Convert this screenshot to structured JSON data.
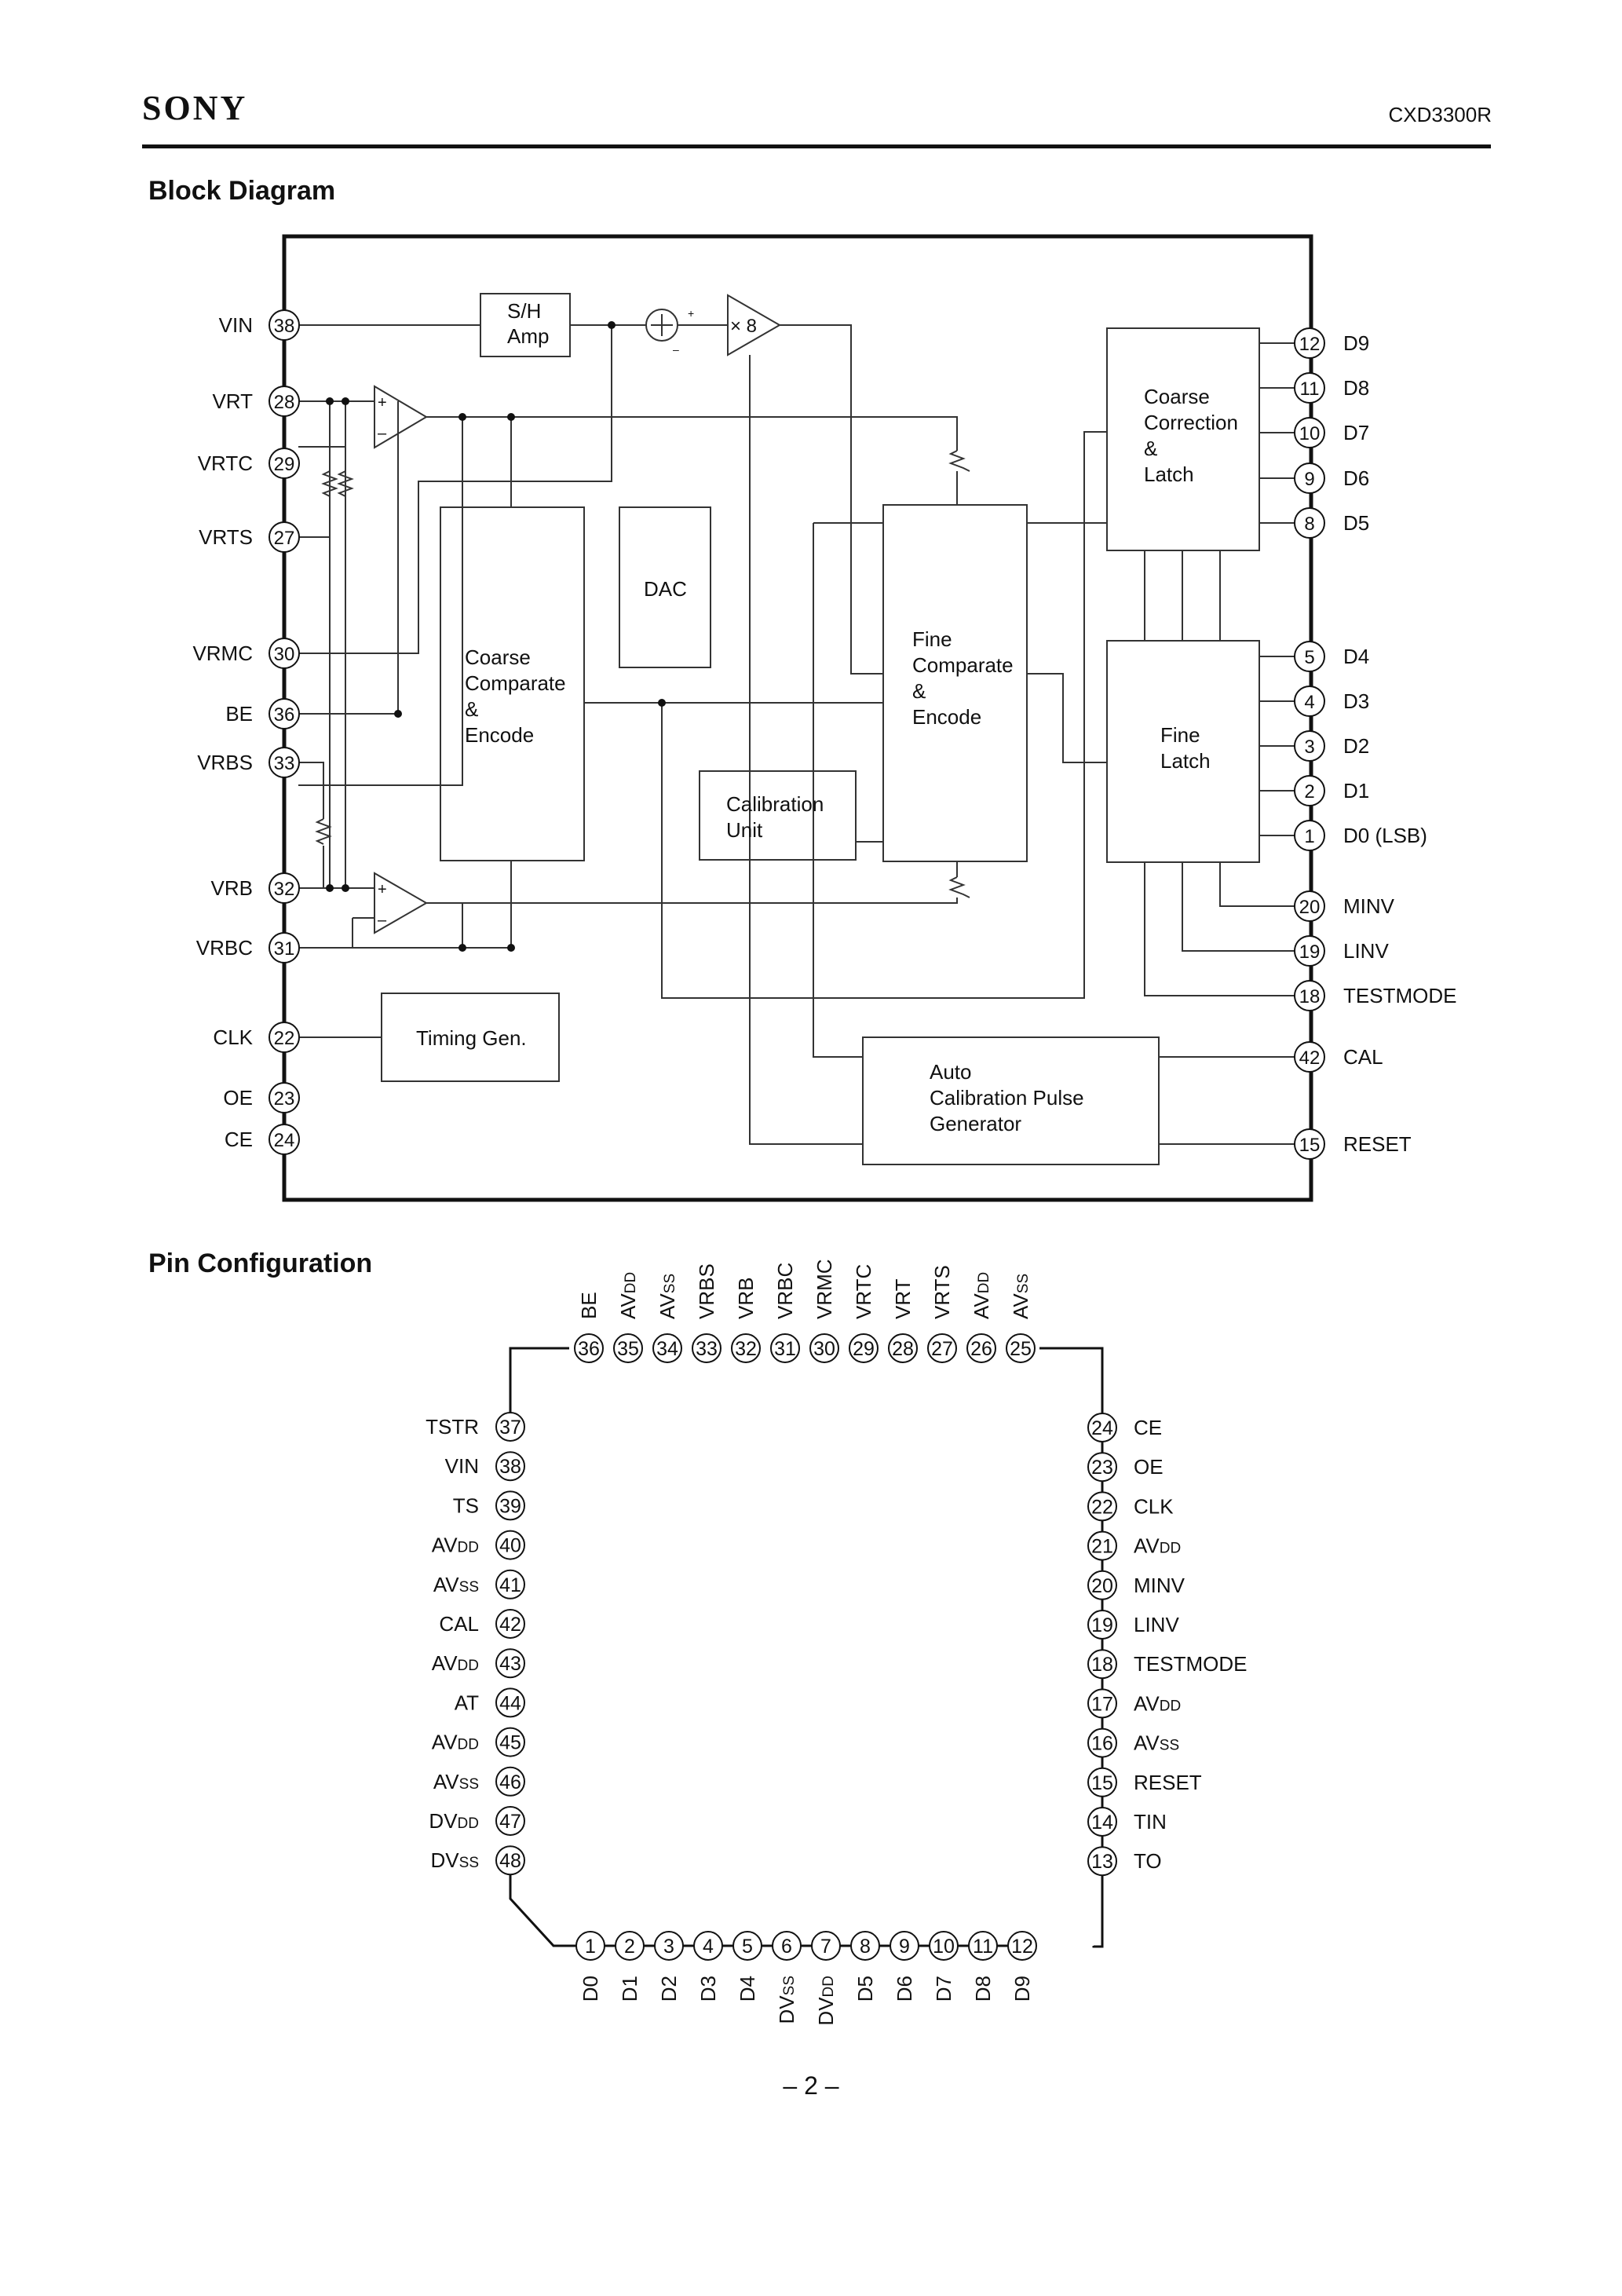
{
  "header": {
    "brand": "SONY",
    "part_number": "CXD3300R"
  },
  "block_diagram": {
    "title": "Block Diagram",
    "blocks": {
      "sh_amp": [
        "S/H",
        "Amp"
      ],
      "gain": "× 8",
      "plus": "+",
      "minus": "–",
      "dac": "DAC",
      "coarse_comparate": [
        "Coarse",
        "Comparate",
        "&",
        "Encode"
      ],
      "fine_comparate": [
        "Fine",
        "Comparate",
        "&",
        "Encode"
      ],
      "coarse_correction": [
        "Coarse",
        "Correction",
        "&",
        "Latch"
      ],
      "fine_latch": [
        "Fine",
        "Latch"
      ],
      "calibration": [
        "Calibration",
        "Unit"
      ],
      "timing": "Timing Gen.",
      "auto_cal": [
        "Auto",
        "Calibration Pulse",
        "Generator"
      ]
    },
    "left_pins": [
      {
        "name": "VIN",
        "num": "38"
      },
      {
        "name": "VRT",
        "num": "28"
      },
      {
        "name": "VRTC",
        "num": "29"
      },
      {
        "name": "VRTS",
        "num": "27"
      },
      {
        "name": "VRMC",
        "num": "30"
      },
      {
        "name": "BE",
        "num": "36"
      },
      {
        "name": "VRBS",
        "num": "33"
      },
      {
        "name": "VRB",
        "num": "32"
      },
      {
        "name": "VRBC",
        "num": "31"
      },
      {
        "name": "CLK",
        "num": "22"
      },
      {
        "name": "OE",
        "num": "23"
      },
      {
        "name": "CE",
        "num": "24"
      }
    ],
    "right_pins": [
      {
        "name": "D9",
        "num": "12"
      },
      {
        "name": "D8",
        "num": "11"
      },
      {
        "name": "D7",
        "num": "10"
      },
      {
        "name": "D6",
        "num": "9"
      },
      {
        "name": "D5",
        "num": "8"
      },
      {
        "name": "D4",
        "num": "5"
      },
      {
        "name": "D3",
        "num": "4"
      },
      {
        "name": "D2",
        "num": "3"
      },
      {
        "name": "D1",
        "num": "2"
      },
      {
        "name": "D0 (LSB)",
        "num": "1"
      },
      {
        "name": "MINV",
        "num": "20"
      },
      {
        "name": "LINV",
        "num": "19"
      },
      {
        "name": "TESTMODE",
        "num": "18"
      },
      {
        "name": "CAL",
        "num": "42"
      },
      {
        "name": "RESET",
        "num": "15"
      }
    ]
  },
  "pin_configuration": {
    "title": "Pin Configuration",
    "top": [
      {
        "num": "36",
        "name": "BE"
      },
      {
        "num": "35",
        "name": "AVDD"
      },
      {
        "num": "34",
        "name": "AVSS"
      },
      {
        "num": "33",
        "name": "VRBS"
      },
      {
        "num": "32",
        "name": "VRB"
      },
      {
        "num": "31",
        "name": "VRBC"
      },
      {
        "num": "30",
        "name": "VRMC"
      },
      {
        "num": "29",
        "name": "VRTC"
      },
      {
        "num": "28",
        "name": "VRT"
      },
      {
        "num": "27",
        "name": "VRTS"
      },
      {
        "num": "26",
        "name": "AVDD"
      },
      {
        "num": "25",
        "name": "AVSS"
      }
    ],
    "left": [
      {
        "num": "37",
        "name": "TSTR"
      },
      {
        "num": "38",
        "name": "VIN"
      },
      {
        "num": "39",
        "name": "TS"
      },
      {
        "num": "40",
        "name": "AVDD"
      },
      {
        "num": "41",
        "name": "AVSS"
      },
      {
        "num": "42",
        "name": "CAL"
      },
      {
        "num": "43",
        "name": "AVDD"
      },
      {
        "num": "44",
        "name": "AT"
      },
      {
        "num": "45",
        "name": "AVDD"
      },
      {
        "num": "46",
        "name": "AVSS"
      },
      {
        "num": "47",
        "name": "DVDD"
      },
      {
        "num": "48",
        "name": "DVSS"
      }
    ],
    "right": [
      {
        "num": "24",
        "name": "CE"
      },
      {
        "num": "23",
        "name": "OE"
      },
      {
        "num": "22",
        "name": "CLK"
      },
      {
        "num": "21",
        "name": "AVDD"
      },
      {
        "num": "20",
        "name": "MINV"
      },
      {
        "num": "19",
        "name": "LINV"
      },
      {
        "num": "18",
        "name": "TESTMODE"
      },
      {
        "num": "17",
        "name": "AVDD"
      },
      {
        "num": "16",
        "name": "AVSS"
      },
      {
        "num": "15",
        "name": "RESET"
      },
      {
        "num": "14",
        "name": "TIN"
      },
      {
        "num": "13",
        "name": "TO"
      }
    ],
    "bottom": [
      {
        "num": "1",
        "name": "D0"
      },
      {
        "num": "2",
        "name": "D1"
      },
      {
        "num": "3",
        "name": "D2"
      },
      {
        "num": "4",
        "name": "D3"
      },
      {
        "num": "5",
        "name": "D4"
      },
      {
        "num": "6",
        "name": "DVSS"
      },
      {
        "num": "7",
        "name": "DVDD"
      },
      {
        "num": "8",
        "name": "D5"
      },
      {
        "num": "9",
        "name": "D6"
      },
      {
        "num": "10",
        "name": "D7"
      },
      {
        "num": "11",
        "name": "D8"
      },
      {
        "num": "12",
        "name": "D9"
      }
    ]
  },
  "footer": {
    "page": "– 2 –"
  }
}
